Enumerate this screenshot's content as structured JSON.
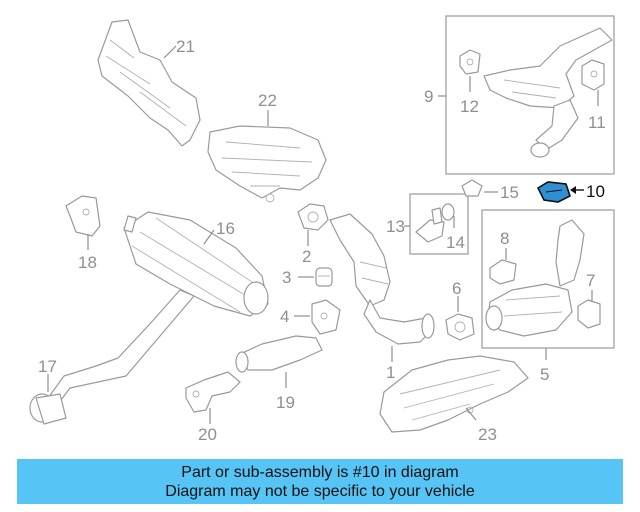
{
  "diagram": {
    "highlight_color": "#2e8fd3",
    "labels": {
      "p1": "1",
      "p2": "2",
      "p3": "3",
      "p4": "4",
      "p5": "5",
      "p6": "6",
      "p7": "7",
      "p8": "8",
      "p9": "9",
      "p10": "10",
      "p11": "11",
      "p12": "12",
      "p13": "13",
      "p14": "14",
      "p15": "15",
      "p16": "16",
      "p17": "17",
      "p18": "18",
      "p19": "19",
      "p20": "20",
      "p21": "21",
      "p22": "22",
      "p23": "23"
    }
  },
  "banner": {
    "background": "#56c4f5",
    "line1": "Part or sub-assembly is #10 in diagram",
    "line2": "Diagram may not be specific to your vehicle"
  }
}
